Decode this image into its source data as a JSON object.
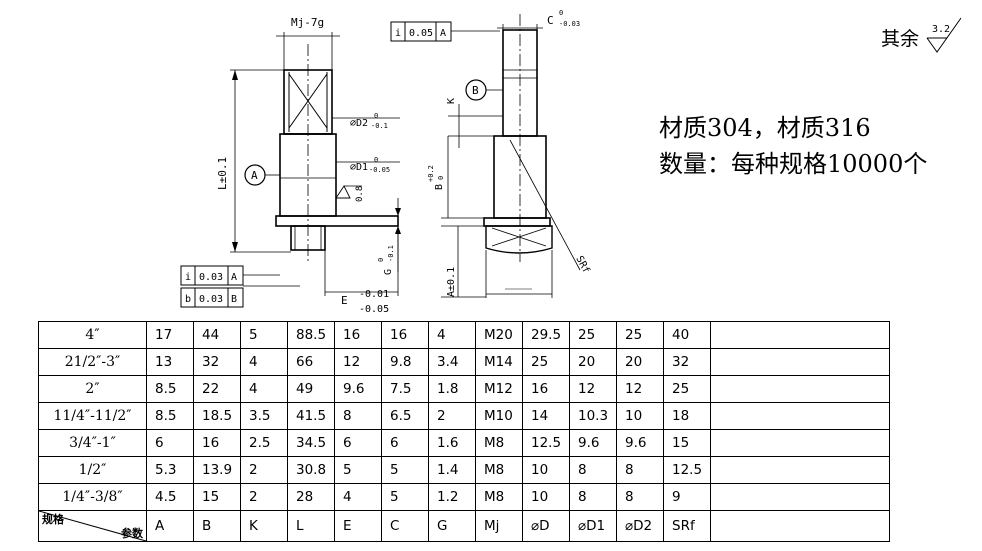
{
  "roughness": {
    "label": "其余",
    "value": "3.2"
  },
  "notes": {
    "material": "材质304，材质316",
    "quantity": "数量：每种规格10000个"
  },
  "front_view": {
    "thread": "Mj-7g",
    "d2": "⌀D2",
    "d2_tol": [
      "0",
      "-0.1"
    ],
    "d1": "⌀D1",
    "d1_tol": [
      "0",
      "-0.05"
    ],
    "length": "L±0.1",
    "datum_a": "A",
    "face_roughness": "0.8",
    "g": "G",
    "g_tol": [
      "0",
      "-0.1"
    ],
    "e": "E",
    "e_tol": [
      "-0.01",
      "-0.05"
    ],
    "fcf1": {
      "symbol": "i",
      "value": "0.03",
      "datum": "A"
    },
    "fcf2": {
      "symbol": "b",
      "value": "0.03",
      "datum": "B"
    }
  },
  "side_view": {
    "fcf": {
      "symbol": "i",
      "value": "0.05",
      "datum": "A"
    },
    "c": "C",
    "c_tol": [
      "0",
      "-0.03"
    ],
    "k": "K",
    "datum_b": "B",
    "b_dim": "B",
    "b_tol": [
      "+0.2",
      "0"
    ],
    "a_dim": "A±0.1",
    "srf": "SRf"
  },
  "table": {
    "rows": [
      {
        "size": "4″",
        "values": [
          "17",
          "44",
          "5",
          "88.5",
          "16",
          "16",
          "4",
          "M20",
          "29.5",
          "25",
          "25",
          "40"
        ]
      },
      {
        "size": "21/2″-3″",
        "values": [
          "13",
          "32",
          "4",
          "66",
          "12",
          "9.8",
          "3.4",
          "M14",
          "25",
          "20",
          "20",
          "32"
        ]
      },
      {
        "size": "2″",
        "values": [
          "8.5",
          "22",
          "4",
          "49",
          "9.6",
          "7.5",
          "1.8",
          "M12",
          "16",
          "12",
          "12",
          "25"
        ]
      },
      {
        "size": "11/4″-11/2″",
        "values": [
          "8.5",
          "18.5",
          "3.5",
          "41.5",
          "8",
          "6.5",
          "2",
          "M10",
          "14",
          "10.3",
          "10",
          "18"
        ]
      },
      {
        "size": "3/4″-1″",
        "values": [
          "6",
          "16",
          "2.5",
          "34.5",
          "6",
          "6",
          "1.6",
          "M8",
          "12.5",
          "9.6",
          "9.6",
          "15"
        ]
      },
      {
        "size": "1/2″",
        "values": [
          "5.3",
          "13.9",
          "2",
          "30.8",
          "5",
          "5",
          "1.4",
          "M8",
          "10",
          "8",
          "8",
          "12.5"
        ]
      },
      {
        "size": "1/4″-3/8″",
        "values": [
          "4.5",
          "15",
          "2",
          "28",
          "4",
          "5",
          "1.2",
          "M8",
          "10",
          "8",
          "8",
          "9"
        ]
      }
    ],
    "corner": {
      "top_left": "规格",
      "bottom_right": "参数"
    },
    "params": [
      "A",
      "B",
      "K",
      "L",
      "E",
      "C",
      "G",
      "Mj",
      "⌀D",
      "⌀D1",
      "⌀D2",
      "SRf"
    ]
  }
}
